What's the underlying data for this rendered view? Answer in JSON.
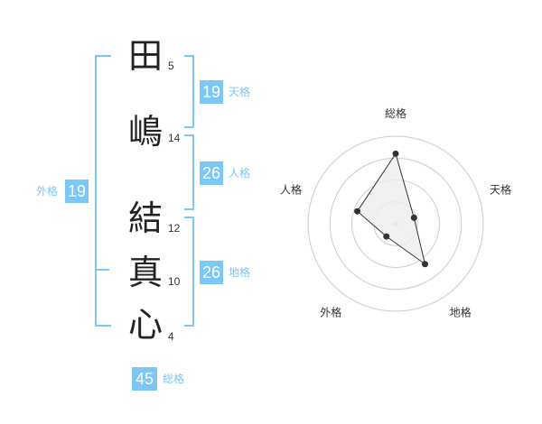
{
  "name_chars": [
    {
      "char": "田",
      "strokes": "5"
    },
    {
      "char": "嶋",
      "strokes": "14"
    },
    {
      "char": "結",
      "strokes": "12"
    },
    {
      "char": "真",
      "strokes": "10"
    },
    {
      "char": "心",
      "strokes": "4"
    }
  ],
  "fortunes": {
    "tenkaku": {
      "value": "19",
      "label": "天格"
    },
    "jinkaku": {
      "value": "26",
      "label": "人格"
    },
    "chikaku": {
      "value": "26",
      "label": "地格"
    },
    "gaikaku": {
      "value": "19",
      "label": "外格"
    },
    "soukaku": {
      "value": "45",
      "label": "総格"
    }
  },
  "colors": {
    "accent": "#7cc7f5",
    "polygon_fill": "#eeeeee",
    "grid": "#cccccc",
    "point": "#333333"
  },
  "chart_data": {
    "type": "radar",
    "axes": [
      "総格",
      "天格",
      "地格",
      "外格",
      "人格"
    ],
    "values": [
      0.8,
      0.22,
      0.57,
      0.18,
      0.46
    ],
    "range": [
      0,
      1
    ],
    "rings": 4
  }
}
